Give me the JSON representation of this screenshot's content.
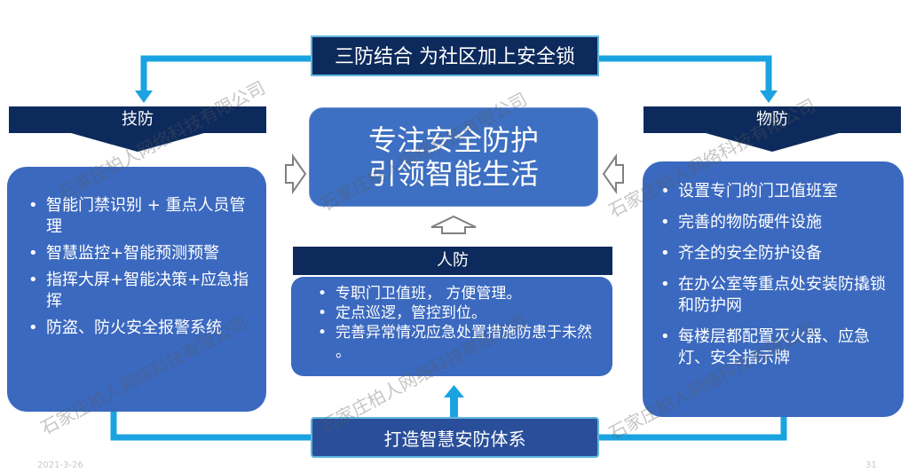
{
  "top_banner": "三防结合 为社区加上安全锁",
  "center": {
    "line1": "专注安全防护",
    "line2": "引领智能生活"
  },
  "left": {
    "title": "技防",
    "items": [
      "智能门禁识别 + 重点人员管理",
      "智慧监控+智能预测预警",
      "指挥大屏+智能决策+应急指挥",
      "防盗、防火安全报警系统"
    ]
  },
  "right": {
    "title": "物防",
    "items": [
      "设置专门的门卫值班室",
      "完善的物防硬件设施",
      "齐全的安全防护设备",
      "在办公室等重点处安装防撬锁和防护网",
      "每楼层都配置灭火器、应急灯、安全指示牌"
    ]
  },
  "middle": {
    "title": "人防",
    "items": [
      "专职门卫值班， 方便管理。",
      "定点巡逻，管控到位。",
      "完善异常情况应急处置措施防患于未然 。"
    ]
  },
  "bottom_banner": "打造智慧安防体系",
  "watermark": "石家庄柏人网络科技有限公司",
  "footer": {
    "date": "2021-3-26",
    "page": "31"
  },
  "colors": {
    "navy": "#0d2a5c",
    "panel_blue": "#3b69bf",
    "connector": "#1aa3e0"
  }
}
